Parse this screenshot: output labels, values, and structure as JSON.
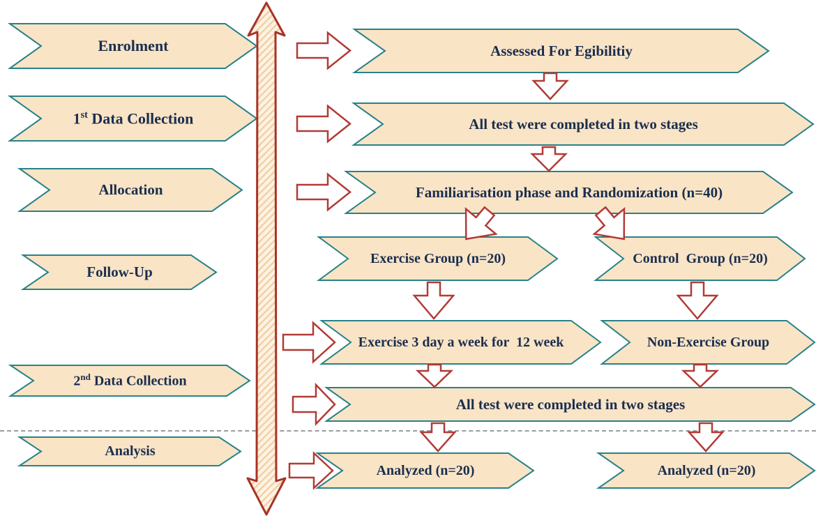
{
  "palette": {
    "banner_fill": "#f9e4c6",
    "banner_border": "#27828a",
    "label_text": "#1b2e4e",
    "arrow_red": "#b23a36",
    "timeline_red": "#a93226",
    "timeline_hatch": "#f1cda4",
    "divider_gray": "#9b9b9b"
  },
  "stages": [
    {
      "label": "Enrolment"
    },
    {
      "prefix": "1",
      "sup": "st",
      "rest": " Data Collection"
    },
    {
      "label": "Allocation"
    },
    {
      "label": "Follow-Up"
    },
    {
      "prefix": "2",
      "sup": "nd",
      "rest": " Data Collection"
    },
    {
      "label": "Analysis"
    }
  ],
  "steps": {
    "assessed": "Assessed For Egibilitiy",
    "tests_stage1": "All test were completed in two stages",
    "randomization": "Familiarisation phase and Randomization (n=40)",
    "exercise_group": "Exercise Group (n=20)",
    "control_group": "Control  Group (n=20)",
    "exercise_program": "Exercise 3 day a week for  12 week",
    "non_exercise_group": "Non-Exercise Group",
    "tests_stage2": "All test were completed in two stages",
    "analyzed_exercise": "Analyzed (n=20)",
    "analyzed_control": "Analyzed (n=20)"
  }
}
